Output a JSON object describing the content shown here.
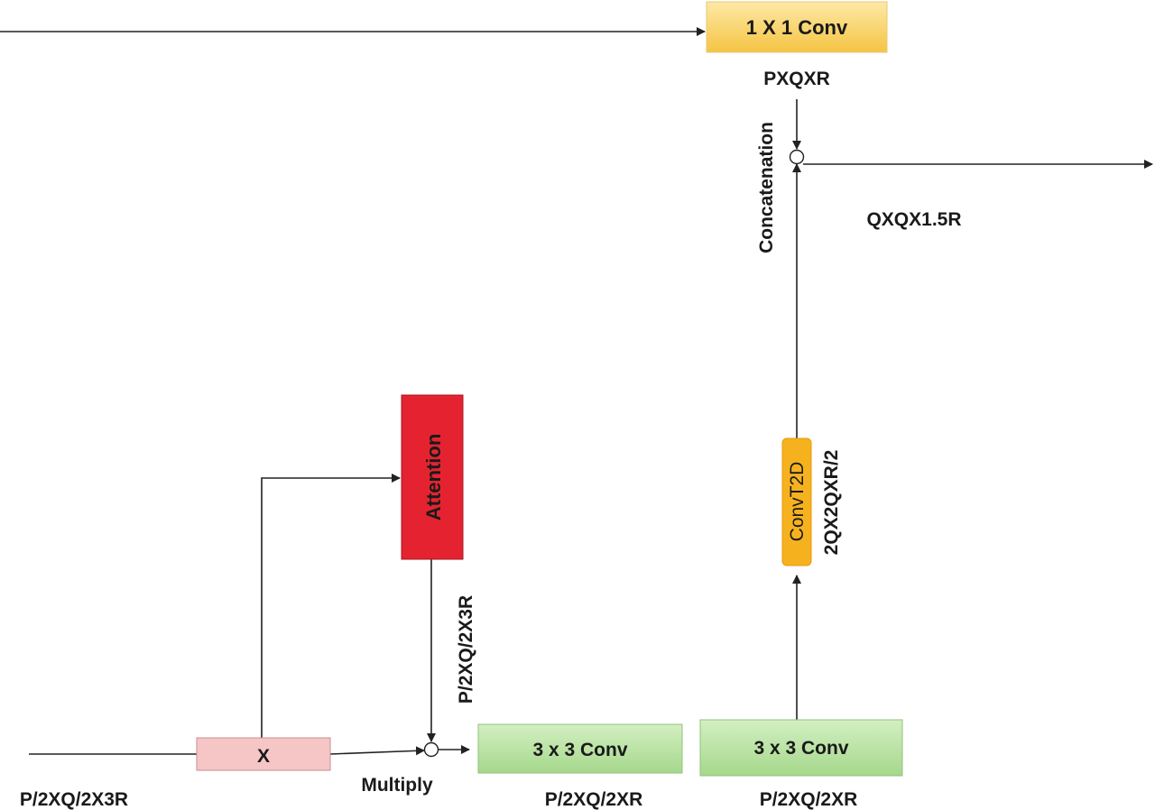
{
  "blocks": {
    "conv1x1": "1 X 1 Conv",
    "attention": "Attention",
    "convt2d": "ConvT2D",
    "conv3x3_a": "3 x 3 Conv",
    "conv3x3_b": "3 x 3 Conv",
    "x_block": "X"
  },
  "labels": {
    "pxqxr": "PXQXR",
    "concatenation": "Concatenation",
    "output_dims": "QXQX1.5R",
    "convt2d_dims": "2QX2QXR/2",
    "attention_dims": "P/2XQ/2X3R",
    "input_dims": "P/2XQ/2X3R",
    "multiply": "Multiply",
    "conv_a_dims": "P/2XQ/2XR",
    "conv_b_dims": "P/2XQ/2XR"
  },
  "colors": {
    "conv1x1": "#f8d36a",
    "attention": "#e52330",
    "convt2d": "#f6b21e",
    "conv3x3": "#b7e0a0",
    "x_block": "#f6c6c6"
  }
}
